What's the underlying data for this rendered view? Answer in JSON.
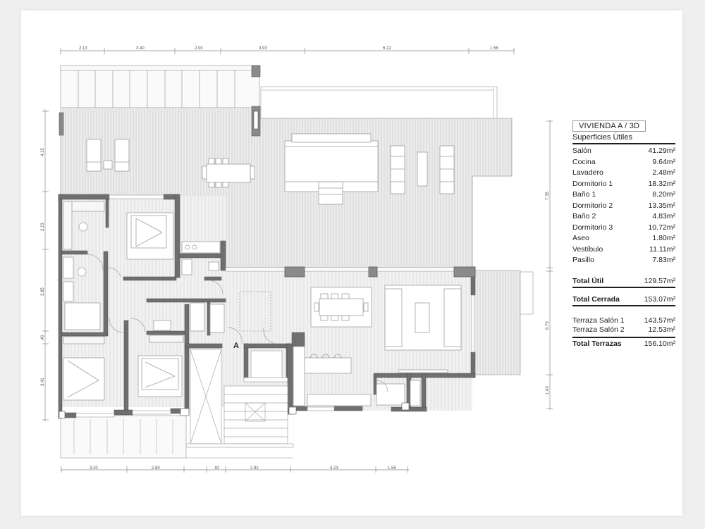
{
  "plan": {
    "marker_label": "A",
    "dimensions": {
      "top": [
        "2.13",
        "3.40",
        "2.00",
        "3.93",
        "6.22",
        "1.58"
      ],
      "bottom": [
        "3.20",
        "2.80",
        ".92",
        "2.92",
        "4.23",
        "1.55"
      ],
      "left": [
        "4.15",
        "2.23",
        "3.85",
        ".40",
        "3.41"
      ],
      "right": [
        "7.35",
        "6.75",
        "1.43"
      ]
    },
    "colors": {
      "wall": "#6f6f6f",
      "column": "#8a8a8a",
      "floor_hatch": "#d6d6d6",
      "line": "#9c9c9c"
    }
  },
  "legend": {
    "title": "VIVIENDA A / 3D",
    "subtitle": "Superficies Útiles",
    "rooms": [
      {
        "name": "Salón",
        "area": "41.29m²"
      },
      {
        "name": "Cocina",
        "area": "9.64m²"
      },
      {
        "name": "Lavadero",
        "area": "2.48m²"
      },
      {
        "name": "Dormitorio 1",
        "area": "18.32m²"
      },
      {
        "name": "Baño 1",
        "area": "8.20m²"
      },
      {
        "name": "Dormitorio 2",
        "area": "13.35m²"
      },
      {
        "name": "Baño 2",
        "area": "4.83m²"
      },
      {
        "name": "Dormitorio 3",
        "area": "10.72m²"
      },
      {
        "name": "Aseo",
        "area": "1.80m²"
      },
      {
        "name": "Vestíbulo",
        "area": "11.11m²"
      },
      {
        "name": "Pasillo",
        "area": "7.83m²"
      }
    ],
    "total_util": {
      "label": "Total Útil",
      "value": "129.57m²"
    },
    "total_cerrada": {
      "label": "Total Cerrada",
      "value": "153.07m²"
    },
    "terraces": [
      {
        "name": "Terraza Salón 1",
        "area": "143.57m²"
      },
      {
        "name": "Terraza Salón 2",
        "area": "12.53m²"
      }
    ],
    "total_terrazas": {
      "label": "Total Terrazas",
      "value": "156.10m²"
    }
  }
}
